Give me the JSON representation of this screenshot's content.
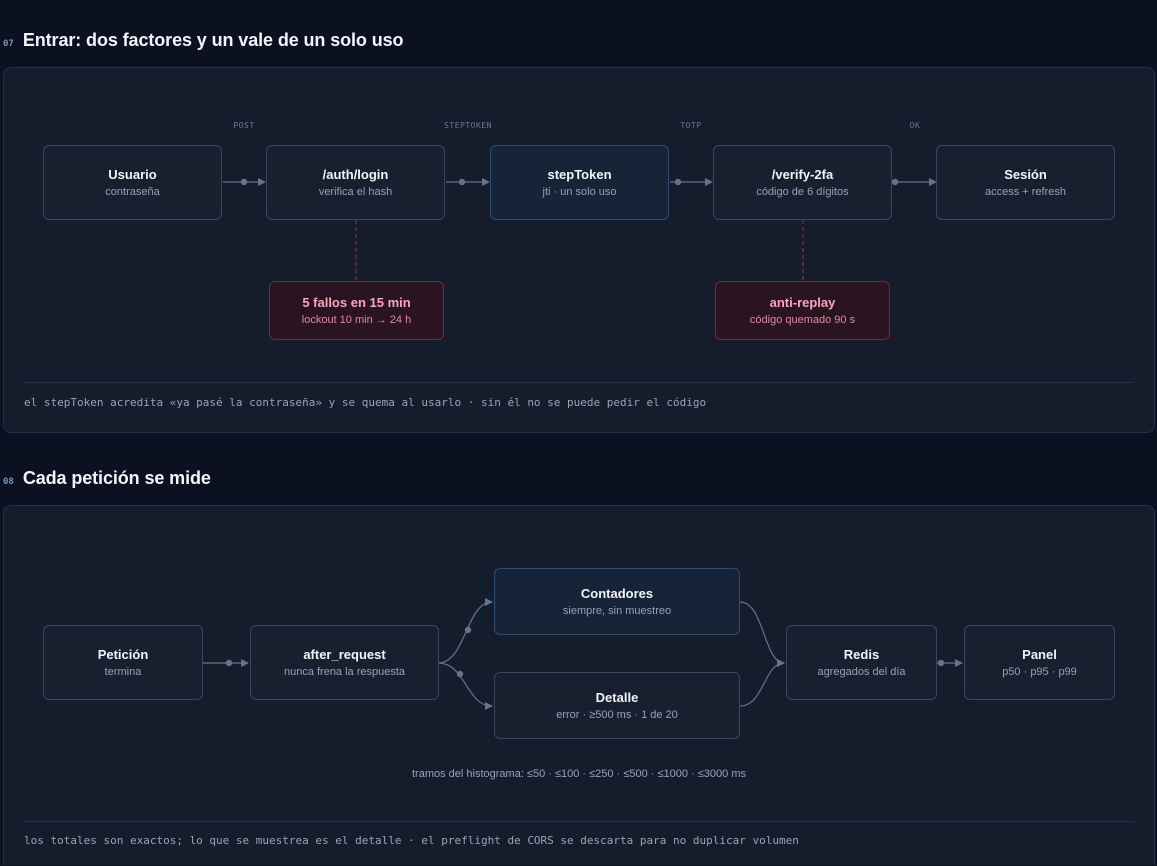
{
  "sections": [
    {
      "num": "07",
      "title": "Entrar: dos factores y un vale de un solo uso",
      "edge_labels": [
        "POST",
        "STEPTOKEN",
        "TOTP",
        "OK"
      ],
      "nodes": {
        "usuario": {
          "title": "Usuario",
          "sub": "contraseña"
        },
        "auth_login": {
          "title": "/auth/login",
          "sub": "verifica el hash"
        },
        "steptoken": {
          "title": "stepToken",
          "sub": "jti · un solo uso"
        },
        "verify_2fa": {
          "title": "/verify-2fa",
          "sub": "código de 6 dígitos"
        },
        "sesion": {
          "title": "Sesión",
          "sub": "access + refresh"
        },
        "fallos": {
          "title": "5 fallos en 15 min",
          "sub": "lockout 10 min → 24 h"
        },
        "antireplay": {
          "title": "anti-replay",
          "sub": "código quemado 90 s"
        }
      },
      "caption": "el stepToken acredita «ya pasé la contraseña» y se quema al usarlo · sin él no se puede pedir el código"
    },
    {
      "num": "08",
      "title": "Cada petición se mide",
      "nodes": {
        "peticion": {
          "title": "Petición",
          "sub": "termina"
        },
        "after_request": {
          "title": "after_request",
          "sub": "nunca frena la respuesta"
        },
        "contadores": {
          "title": "Contadores",
          "sub": "siempre, sin muestreo"
        },
        "detalle": {
          "title": "Detalle",
          "sub": "error · ≥500 ms · 1 de 20"
        },
        "redis": {
          "title": "Redis",
          "sub": "agregados del día"
        },
        "panel": {
          "title": "Panel",
          "sub": "p50 · p95 · p99"
        }
      },
      "note": "tramos del histograma: ≤50 · ≤100 · ≤250 · ≤500 · ≤1000 · ≤3000 ms",
      "caption": "los totales son exactos; lo que se muestrea es el detalle · el preflight de CORS se descarta para no duplicar volumen"
    }
  ],
  "colors": {
    "background": "#0b1120",
    "panel": "#151d2d",
    "node_border": "#39465c",
    "highlight_border": "#2f4c74",
    "warning_border": "#7a2440",
    "warning_text": "#fda4b8",
    "wire": "#64748b",
    "warning_wire": "#9f2d55"
  }
}
